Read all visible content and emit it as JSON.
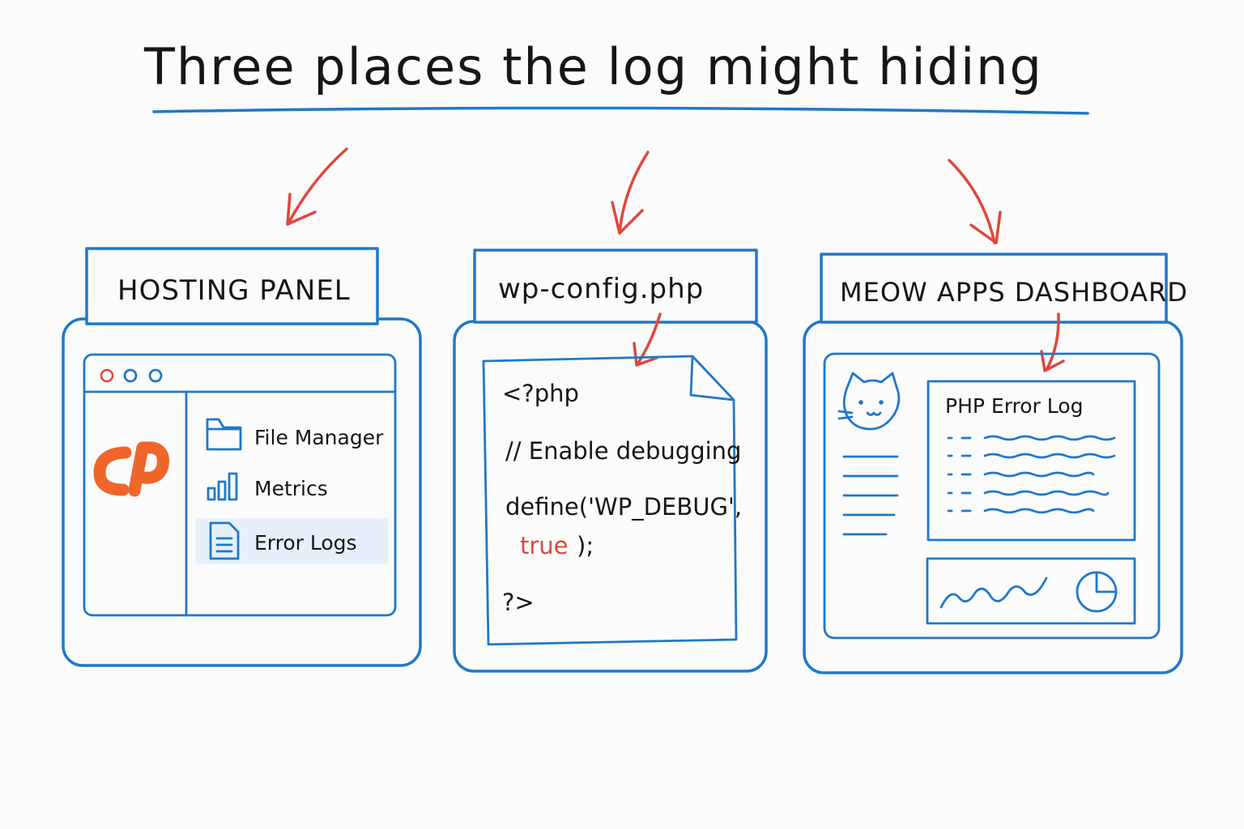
{
  "title": "Three places the log might hiding",
  "colors": {
    "line": "#1f78c8",
    "arrow": "#e0473a",
    "cpanel_logo": "#f0662a",
    "highlight": "#e6f0fa"
  },
  "panels": {
    "hosting": {
      "label": "HOSTING PANEL",
      "logo_icon": "cpanel-logo",
      "menu": [
        {
          "icon": "folder-icon",
          "label": "File Manager"
        },
        {
          "icon": "bar-chart-icon",
          "label": "Metrics"
        },
        {
          "icon": "document-icon",
          "label": "Error Logs",
          "highlighted": true
        }
      ]
    },
    "wpconfig": {
      "label": "wp-config.php",
      "code": {
        "open_tag": "<?php",
        "comment": "// Enable debugging",
        "define_line": "define('WP_DEBUG',",
        "true_value": "true",
        "closing": ");",
        "close_tag": "?>"
      }
    },
    "meow": {
      "label": "MEOW APPS DASHBOARD",
      "avatar_icon": "cat-icon",
      "log_title": "PHP Error Log",
      "chart_icons": [
        "sparkline-icon",
        "pie-chart-icon"
      ]
    }
  }
}
